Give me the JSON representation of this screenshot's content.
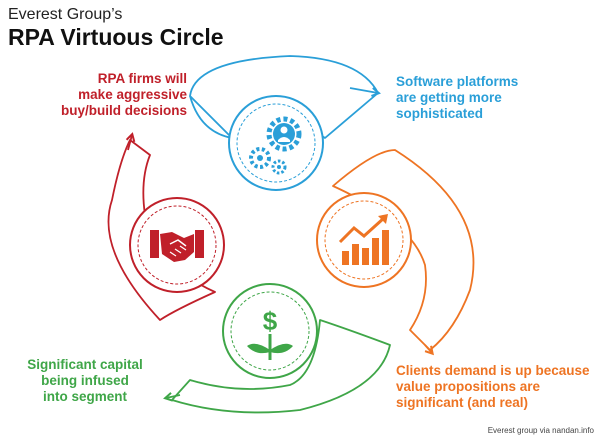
{
  "header": {
    "subtitle": "Everest Group’s",
    "title": "RPA Virtuous Circle"
  },
  "stages": [
    {
      "text": "RPA firms will make aggressive buy/build decisions",
      "color": "#c0202a",
      "icon": "handshake-icon"
    },
    {
      "text": "Software platforms are getting more sophisticated",
      "color": "#2a9fd8",
      "icon": "gears-person-icon"
    },
    {
      "text": "Clients demand is up because value propositions are significant (and real)",
      "color": "#ee7423",
      "icon": "growth-chart-icon"
    },
    {
      "text": "Significant capital being infused into segment",
      "color": "#3fa648",
      "icon": "dollar-plant-icon"
    }
  ],
  "labels": {
    "red": [
      "RPA firms will",
      "make aggressive",
      "buy/build decisions"
    ],
    "blue": [
      "Software platforms",
      "are getting more",
      "sophisticated"
    ],
    "orange": [
      "Clients demand is up because",
      "value propositions are",
      "significant (and real)"
    ],
    "green": [
      "Significant capital",
      "being infused",
      "into segment"
    ]
  },
  "credit": "Everest group via nandan.info"
}
